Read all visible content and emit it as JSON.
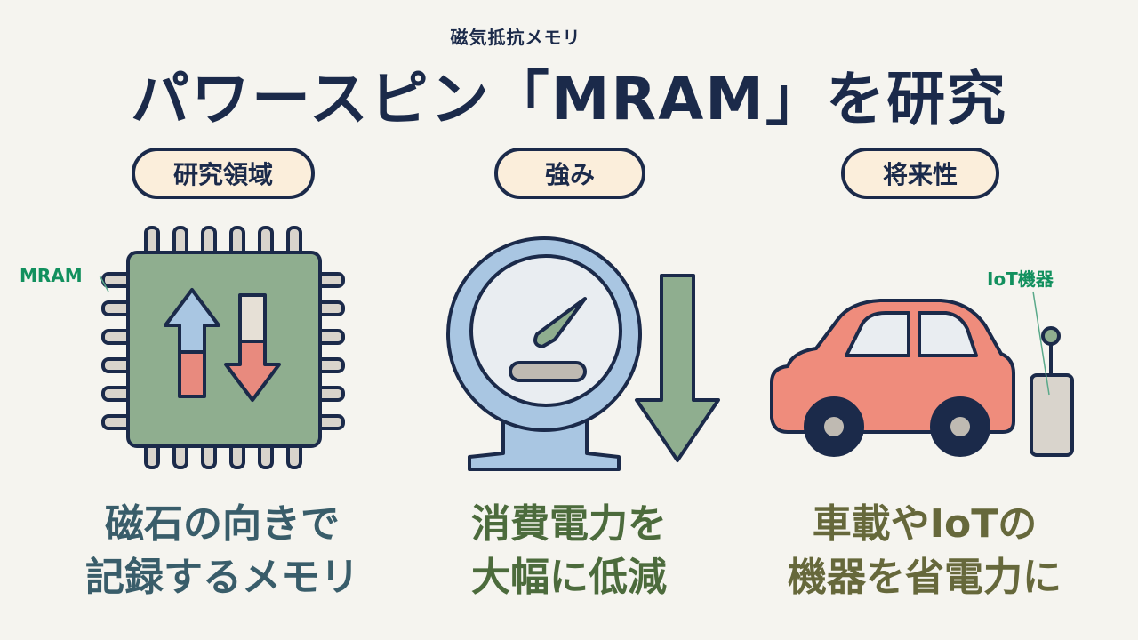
{
  "ruby": "磁気抵抗メモリ",
  "title": "パワースピン「MRAM」を研究",
  "columns": [
    {
      "tag": "研究領域",
      "caption": "磁石の向きで\n記録するメモリ",
      "label": "MRAM"
    },
    {
      "tag": "強み",
      "caption": "消費電力を\n大幅に低減"
    },
    {
      "tag": "将来性",
      "caption": "車載やIoTの\n機器を省電力に",
      "label": "IoT機器"
    }
  ],
  "colors": {
    "navy": "#1b2a4a",
    "chip_green": "#8fae8f",
    "arrow_red": "#e88a7e",
    "arrow_blue": "#a9c6e2",
    "gauge_blue": "#a9c6e2",
    "down_arrow": "#8fae8f",
    "car_red": "#ef8c7c",
    "label_green": "#12905e"
  }
}
